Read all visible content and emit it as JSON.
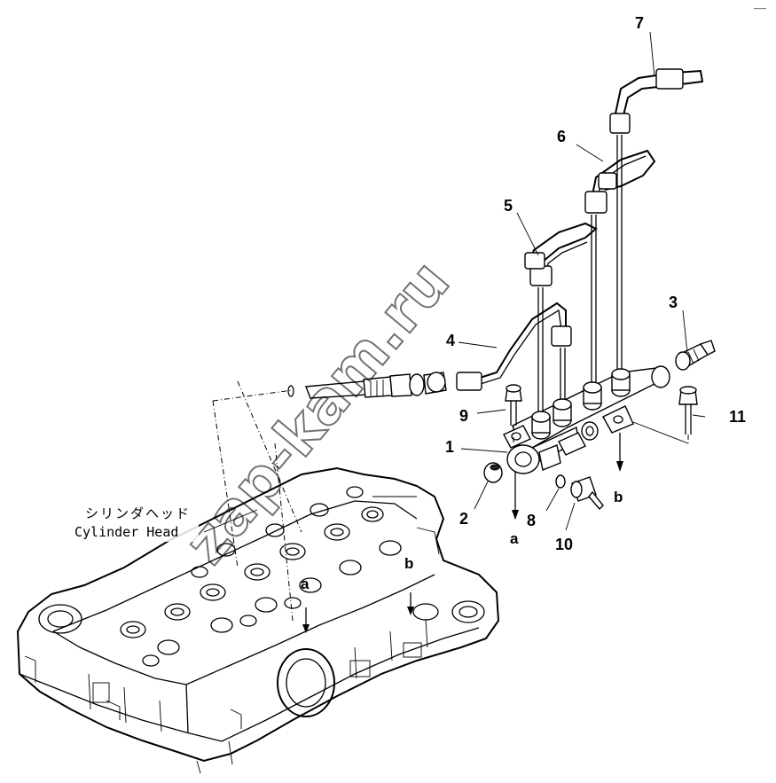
{
  "corner_mark": "‒—",
  "callouts": {
    "c1": "1",
    "c2": "2",
    "c3": "3",
    "c4": "4",
    "c5": "5",
    "c6": "6",
    "c7": "7",
    "c8": "8",
    "c9": "9",
    "c10": "10",
    "c11": "11"
  },
  "letters": {
    "a_upper": "a",
    "b_upper": "b",
    "a_lower": "a",
    "b_lower": "b"
  },
  "cylinder_head": {
    "label_jp": "シリンダヘッド",
    "label_en": "Cylinder Head"
  },
  "watermark": "zap-kam.ru"
}
